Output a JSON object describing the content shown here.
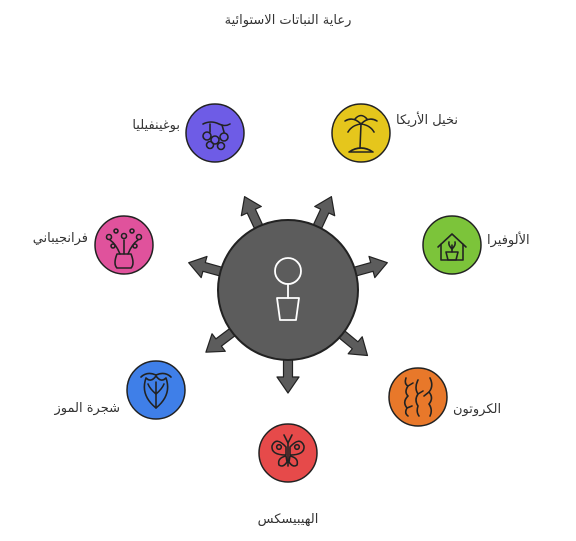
{
  "title": "رعاية النباتات الاستوائية",
  "hub": {
    "icon": "potted-plant-icon",
    "color": "#5c5c5c"
  },
  "nodes": [
    {
      "id": "bougainvillea",
      "label": "بوغينفيليا",
      "icon": "berries-icon",
      "color": "#6e5ce6"
    },
    {
      "id": "areca-palm",
      "label": "نخيل الأريكا",
      "icon": "palm-tree-icon",
      "color": "#e5c61c"
    },
    {
      "id": "frangipani",
      "label": "فرانجيباني",
      "icon": "flower-vase-icon",
      "color": "#e0529c"
    },
    {
      "id": "aloe-vera",
      "label": "الألوفيرا",
      "icon": "greenhouse-icon",
      "color": "#7cc43a"
    },
    {
      "id": "banana-tree",
      "label": "شجرة الموز",
      "icon": "leaf-icon",
      "color": "#3f7fe8"
    },
    {
      "id": "croton",
      "label": "الكروتون",
      "icon": "roots-icon",
      "color": "#e8782a"
    },
    {
      "id": "hibiscus",
      "label": "الهيبيسكس",
      "icon": "butterfly-icon",
      "color": "#e64a4a"
    }
  ]
}
